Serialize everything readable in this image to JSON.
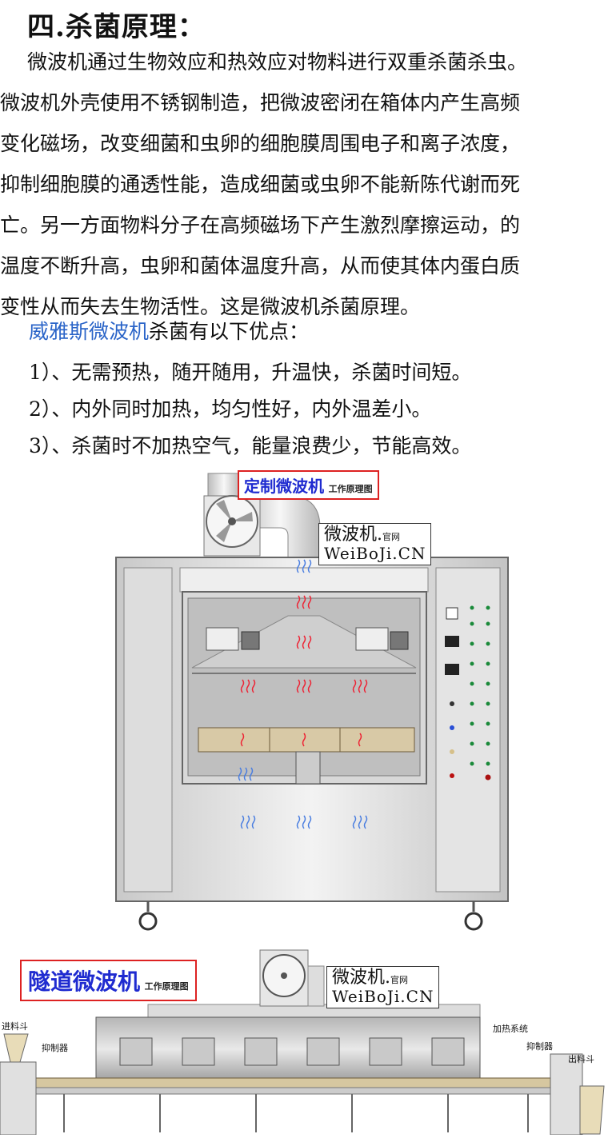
{
  "section_title": "四.杀菌原理：",
  "paragraph_lines": [
    "微波机通过生物效应和热效应对物料进行双重杀菌杀虫。",
    "微波机外壳使用不锈钢制造，把微波密闭在箱体内产生高频",
    "变化磁场，改变细菌和虫卵的细胞膜周围电子和离子浓度，",
    "抑制细胞膜的通透性能，造成细菌或虫卵不能新陈代谢而死",
    "亡。另一方面物料分子在高频磁场下产生激烈摩擦运动，的",
    "温度不断升高，虫卵和菌体温度升高，从而使其体内蛋白质",
    "变性从而失去生物活性。这是微波机杀菌原理。"
  ],
  "advantages": {
    "brand": "威雅斯微波机",
    "intro": "杀菌有以下优点：",
    "items": [
      "1）、无需预热，随开随用，升温快，杀菌时间短。",
      "2）、内外同时加热，均匀性好，内外温差小。",
      "3）、杀菌时不加热空气，能量浪费少，节能高效。"
    ]
  },
  "figure1": {
    "banner_title": "定制微波机",
    "banner_sub": "工作原理图",
    "stamp_line1": "微波机.",
    "stamp_sup": "官网",
    "stamp_line2": "WeiBoJi.CN"
  },
  "figure2": {
    "banner_title": "隧道微波机",
    "banner_sub": "工作原理图",
    "stamp_line1": "微波机.",
    "stamp_sup": "官网",
    "stamp_line2": "WeiBoJi.CN",
    "labels": {
      "infeed": "进料斗",
      "suppressor_left": "抑制器",
      "heating": "加热系统",
      "suppressor_right": "抑制器",
      "outfeed": "出料斗"
    }
  },
  "colors": {
    "brand": "#2a64c8",
    "banner_red": "#d22",
    "heat_red": "#e23",
    "air_blue": "#4a7ee0"
  }
}
